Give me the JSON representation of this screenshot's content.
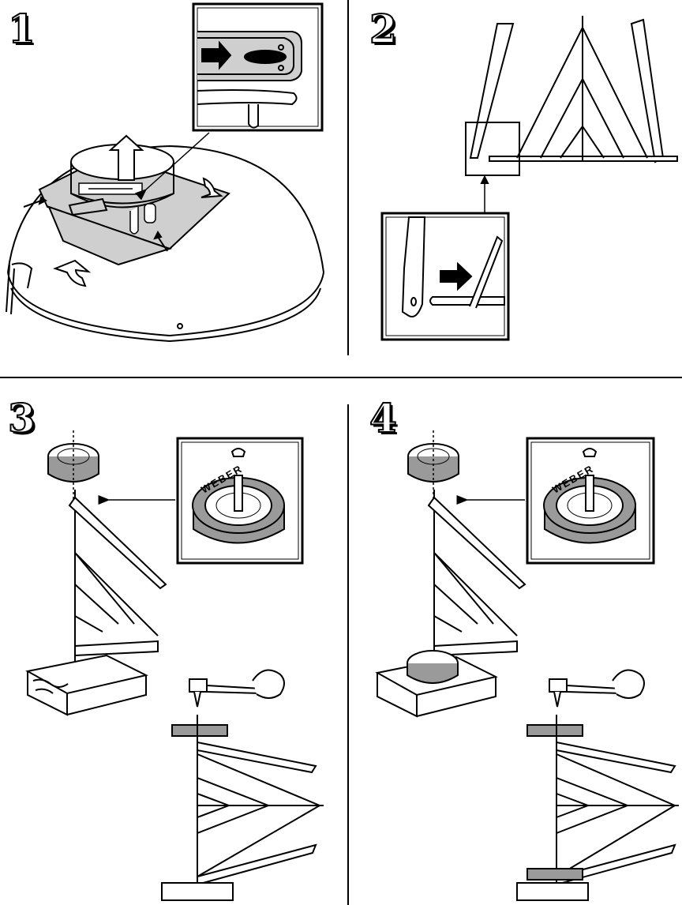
{
  "steps": [
    {
      "number": "1"
    },
    {
      "number": "2"
    },
    {
      "number": "3"
    },
    {
      "number": "4"
    }
  ],
  "wheel_brand_label": "WEBER",
  "colors": {
    "line": "#000000",
    "plate": "#cfcfcf",
    "wheel": "#9a9a9a",
    "background": "#ffffff"
  },
  "icons": [
    "arrow-right-icon",
    "curved-arrow-icon",
    "hammer-icon",
    "wood-block-icon"
  ]
}
